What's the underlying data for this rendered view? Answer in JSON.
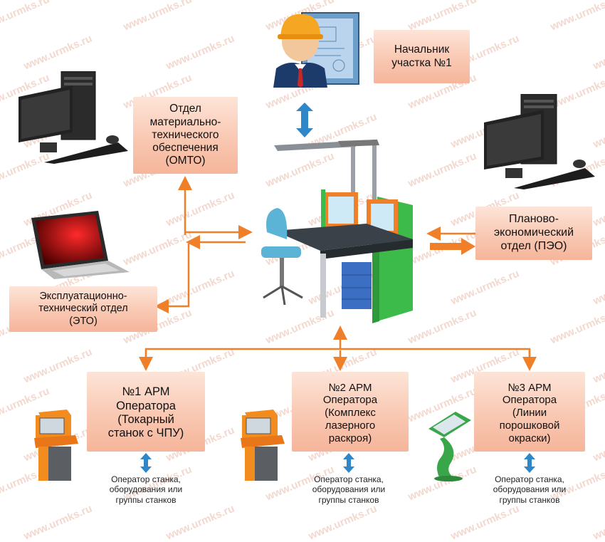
{
  "watermark": "www.urmks.ru",
  "colors": {
    "arrow_orange": "#f07f2a",
    "box_fill": "#f9c8b2",
    "arrow_blue": "#2f86c8",
    "terminal_orange": "#f28c1e",
    "terminal_green": "#3aa64a"
  },
  "top_box": [
    "Начальник",
    "участка №1"
  ],
  "omto_box": [
    "Отдел",
    "материально-",
    "технического",
    "обеспечения",
    "(ОМТО)"
  ],
  "peo_box": [
    "Планово-",
    "экономический",
    "отдел (ПЭО)"
  ],
  "eto_box": [
    "Эксплуатационно-",
    "технический отдел",
    "(ЭТО)"
  ],
  "operators": [
    {
      "lines": [
        "№1 АРМ",
        "Оператора",
        "(Токарный",
        "станок с ЧПУ)"
      ]
    },
    {
      "lines": [
        "№2 АРМ",
        "Оператора",
        "(Комплекс",
        "лазерного",
        "раскроя)"
      ]
    },
    {
      "lines": [
        "№3 АРМ",
        "Оператора",
        "(Линии",
        "порошковой",
        "окраски)"
      ]
    }
  ],
  "operator_caption": [
    "Оператор станка,",
    "оборудования или",
    "группы станков"
  ],
  "icons": [
    "engineer-icon",
    "desktop-computer-icon",
    "laptop-icon",
    "workstation-desk-icon",
    "kiosk-terminal-icon"
  ]
}
